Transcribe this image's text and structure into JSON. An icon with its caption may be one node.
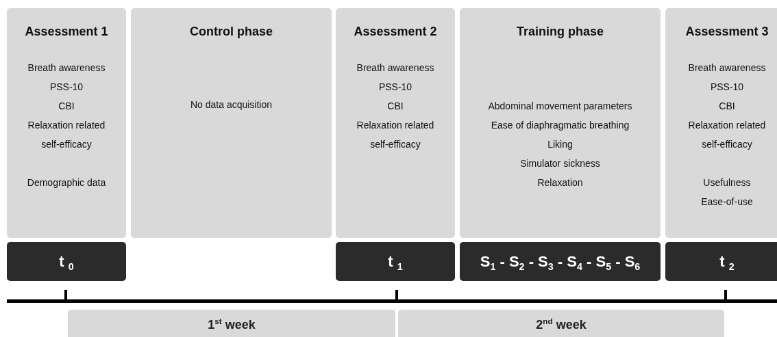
{
  "diagram": {
    "nodes": [
      {
        "text": [
          "Assessment 1",
          "Breath awareness",
          "PSS-10",
          "CBI",
          "Relaxation related self-efficacy",
          "Demographic data"
        ]
      },
      {
        "text": [
          "Control phase",
          "No data acquisition"
        ]
      },
      {
        "text": [
          "Assessment 2",
          "Breath awareness",
          "PSS-10",
          "CBI",
          "Relaxation related self-efficacy"
        ]
      },
      {
        "text": [
          "Training phase",
          "Abdominal movement parameters",
          "Ease of diaphragmatic breathing",
          "Liking",
          "Simulator sickness",
          "Relaxation"
        ]
      },
      {
        "text": [
          "Assessment 3",
          "Breath awareness",
          "PSS-10",
          "CBI",
          "Relaxation related self-efficacy",
          "Usefulness",
          "Ease-of-use"
        ]
      },
      {
        "text": [
          "t $_{0}$"
        ]
      },
      {
        "text": [
          "t $_{1}$"
        ]
      },
      {
        "text": [
          "S$_{1}$ - S$_{2}$ - S$_{3}$ - S$_{4}$ - S$_{5}$ - S$_{6}$"
        ]
      },
      {
        "text": [
          "t $_{2}$"
        ]
      },
      {
        "text": [
          "1$^{st}$ week"
        ]
      },
      {
        "text": [
          "2$^{nd}$ week"
        ]
      }
    ]
  }
}
